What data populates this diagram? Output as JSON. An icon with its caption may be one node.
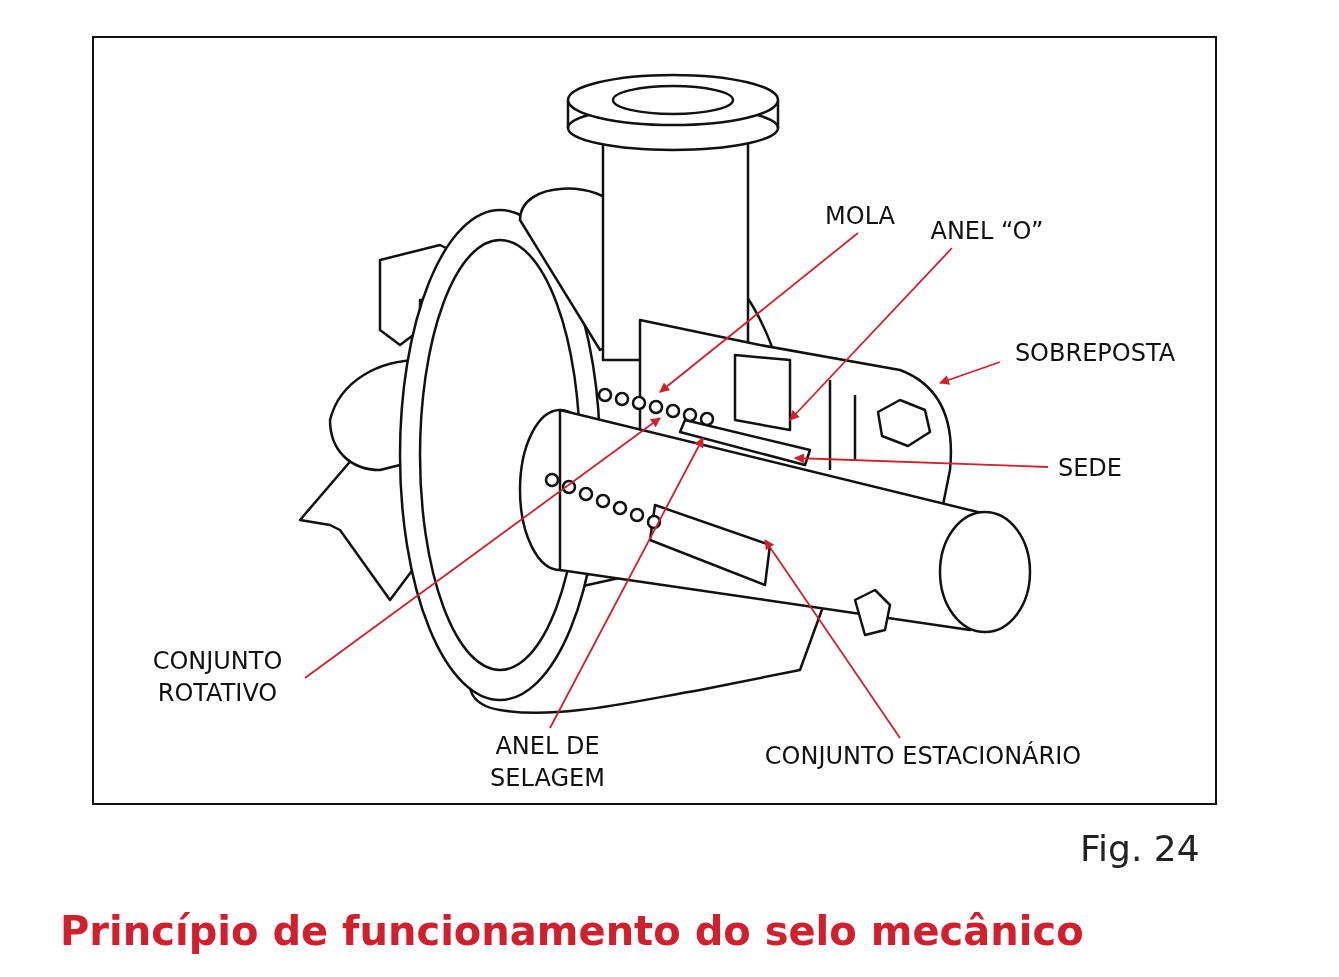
{
  "diagram": {
    "title": "Princípio de funcionamento do selo mecânico",
    "caption": "Fig. 24",
    "nodes": [
      {
        "text": [
          "MOLA"
        ]
      },
      {
        "text": [
          "ANEL “O”"
        ]
      },
      {
        "text": [
          "SOBREPOSTA"
        ]
      },
      {
        "text": [
          "SEDE"
        ]
      },
      {
        "text": [
          "CONJUNTO ROTATIVO"
        ]
      },
      {
        "text": [
          "ANEL DE SELAGEM"
        ]
      },
      {
        "text": [
          "CONJUNTO ESTACIONÁRIO"
        ]
      }
    ],
    "edges": [
      {
        "from": 0,
        "to": null,
        "arrow": "to"
      },
      {
        "from": 1,
        "to": null,
        "arrow": "to"
      },
      {
        "from": 2,
        "to": null,
        "arrow": "to"
      },
      {
        "from": 3,
        "to": null,
        "arrow": "to"
      },
      {
        "from": 4,
        "to": null,
        "arrow": "to"
      },
      {
        "from": 5,
        "to": null,
        "arrow": "to"
      },
      {
        "from": 6,
        "to": null,
        "arrow": "to"
      }
    ]
  }
}
